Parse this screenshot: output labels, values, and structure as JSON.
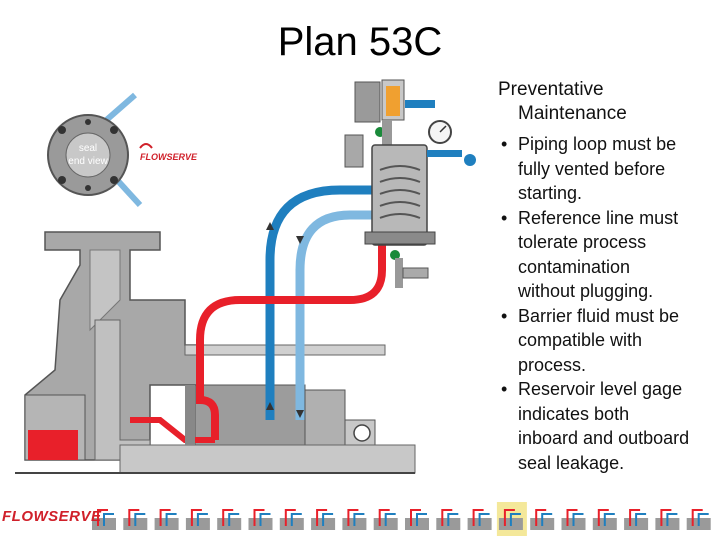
{
  "header": {
    "title": "Plan 53C"
  },
  "notes": {
    "heading_line1": "Preventative",
    "heading_line2": "Maintenance",
    "bullets": [
      [
        "Piping loop must be",
        "fully vented before",
        "starting."
      ],
      [
        "Reference line must",
        "tolerate process",
        "contamination",
        "without plugging."
      ],
      [
        "Barrier fluid must be",
        "compatible with",
        "process."
      ],
      [
        "Reservoir level gage",
        "indicates both",
        "inboard and outboard",
        "seal leakage."
      ]
    ]
  },
  "diagram": {
    "seal_view_label_line1": "seal",
    "seal_view_label_line2": "end view",
    "brand_label": "FLOWSERVE"
  },
  "footer": {
    "brand": "FLOWSERVE",
    "thumbnail_count": 20
  },
  "colors": {
    "process_red": "#e8202a",
    "barrier_blue": "#1f7fbf",
    "reference_light_blue": "#7fb8e0",
    "housing_gray": "#a8a8a8",
    "brand_red": "#d0202a"
  }
}
